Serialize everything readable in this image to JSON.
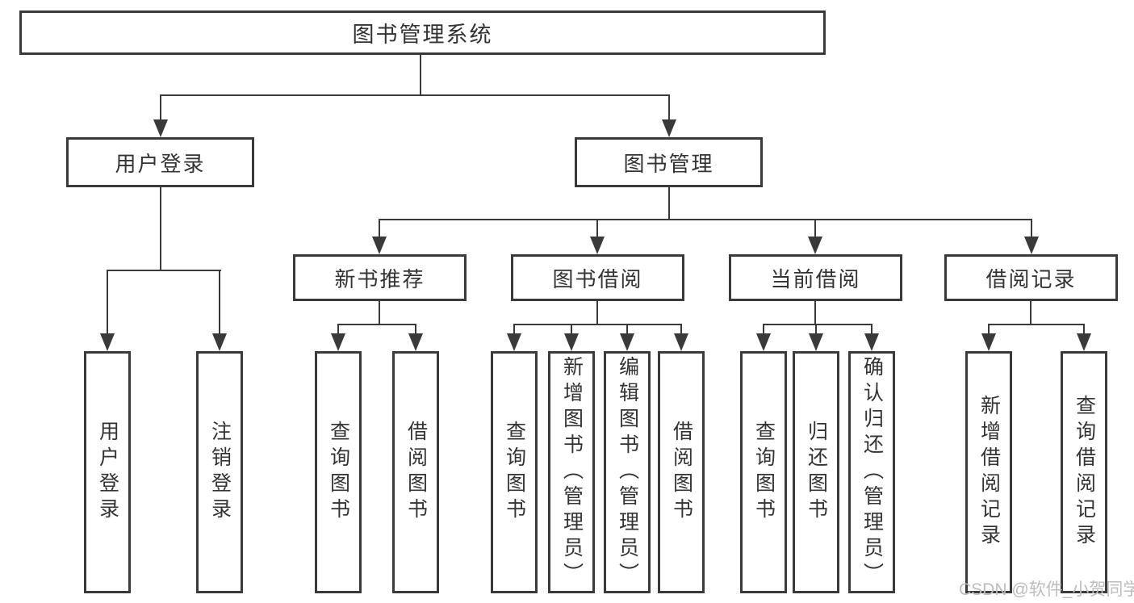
{
  "tree": {
    "label": "图书管理系统",
    "children": [
      {
        "label": "用户登录",
        "children": [
          {
            "label": "用户登录"
          },
          {
            "label": "注销登录"
          }
        ]
      },
      {
        "label": "图书管理",
        "children": [
          {
            "label": "新书推荐",
            "children": [
              {
                "label": "查询图书"
              },
              {
                "label": "借阅图书"
              }
            ]
          },
          {
            "label": "图书借阅",
            "children": [
              {
                "label": "查询图书"
              },
              {
                "label": "新增图书（管理员）"
              },
              {
                "label": "编辑图书（管理员）"
              },
              {
                "label": "借阅图书"
              }
            ]
          },
          {
            "label": "当前借阅",
            "children": [
              {
                "label": "查询图书"
              },
              {
                "label": "归还图书"
              },
              {
                "label": "确认归还（管理员）"
              }
            ]
          },
          {
            "label": "借阅记录",
            "children": [
              {
                "label": "新增借阅记录"
              },
              {
                "label": "查询借阅记录"
              }
            ]
          }
        ]
      }
    ]
  },
  "watermark": {
    "text": "CSDN @软件_小贺同学"
  },
  "colors": {
    "line": "#3a3a3a",
    "text": "#333333",
    "background": "#ffffff",
    "watermark": "#bdbdbd"
  }
}
